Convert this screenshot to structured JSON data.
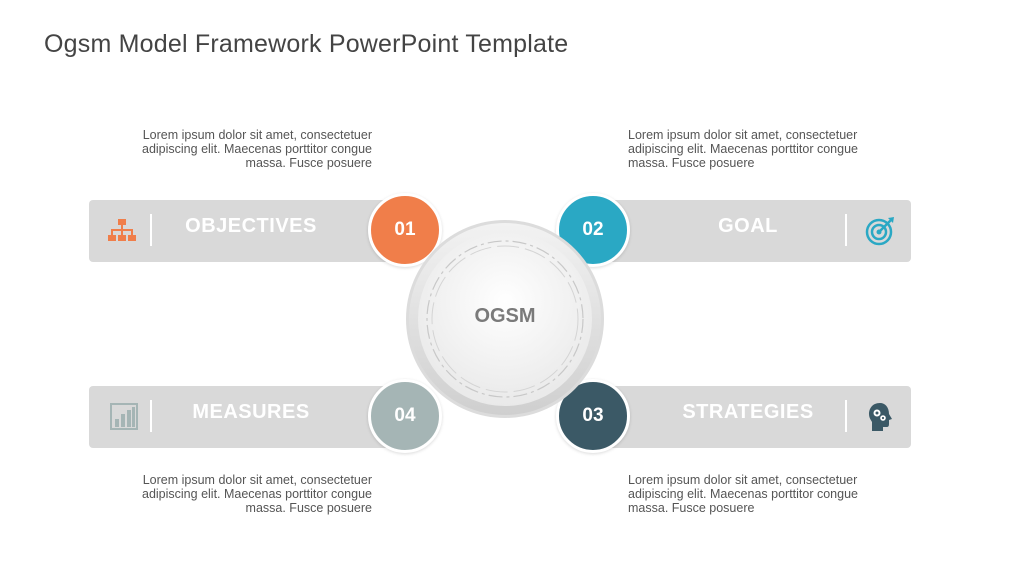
{
  "title": "Ogsm Model Framework PowerPoint Template",
  "center_label": "OGSM",
  "desc": {
    "line1": "Lorem ipsum dolor sit amet, consectetuer",
    "line2": "adipiscing elit. Maecenas porttitor congue",
    "line3": "massa. Fusce posuere"
  },
  "items": [
    {
      "number": "01",
      "label": "OBJECTIVES",
      "color": "#f07e4a",
      "icon": "org-chart-icon"
    },
    {
      "number": "02",
      "label": "GOAL",
      "color": "#2aa8c4",
      "icon": "target-icon"
    },
    {
      "number": "03",
      "label": "STRATEGIES",
      "color": "#3b5966",
      "icon": "head-gears-icon"
    },
    {
      "number": "04",
      "label": "MEASURES",
      "color": "#a5b5b5",
      "icon": "bar-chart-icon"
    }
  ],
  "colors": {
    "bar": "#d9d9d9",
    "text": "#444444"
  }
}
